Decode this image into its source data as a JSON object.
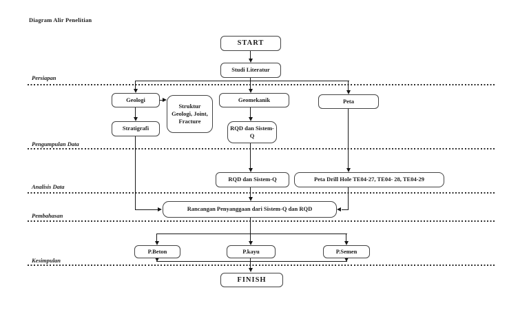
{
  "title": "Diagram Alir Penelitian",
  "phases": [
    {
      "label": "Persiapan"
    },
    {
      "label": "Pengumpulan Data"
    },
    {
      "label": "Analisis Data"
    },
    {
      "label": "Pembahasan"
    },
    {
      "label": "Kesimpulan"
    }
  ],
  "nodes": {
    "start": "START",
    "studi_literatur": "Studi Literatur",
    "geologi": "Geologi",
    "struktur_geologi": "Struktur Geologi, Joint, Fracture",
    "geomekanik": "Geomekanik",
    "peta": "Peta",
    "stratigrafi": "Stratigrafi",
    "rqd_sistem_q_data": "RQD dan Sistem-Q",
    "rqd_sistem_q_analisis": "RQD dan Sistem-Q",
    "peta_drill_hole": "Peta Drill Hole TE04-27, TE04- 28, TE04-29",
    "rancangan_penyanggaan": "Rancangan Penyanggaan dari Sistem-Q dan RQD",
    "p_beton": "P.Beton",
    "p_kayu": "P.kayu",
    "p_semen": "P.Semen",
    "finish": "FINISH"
  },
  "colors": {
    "background": "#ffffff",
    "box_fill": "#ffffff",
    "box_border": "#424242",
    "line": "#161616",
    "text": "#1b1b1b"
  }
}
